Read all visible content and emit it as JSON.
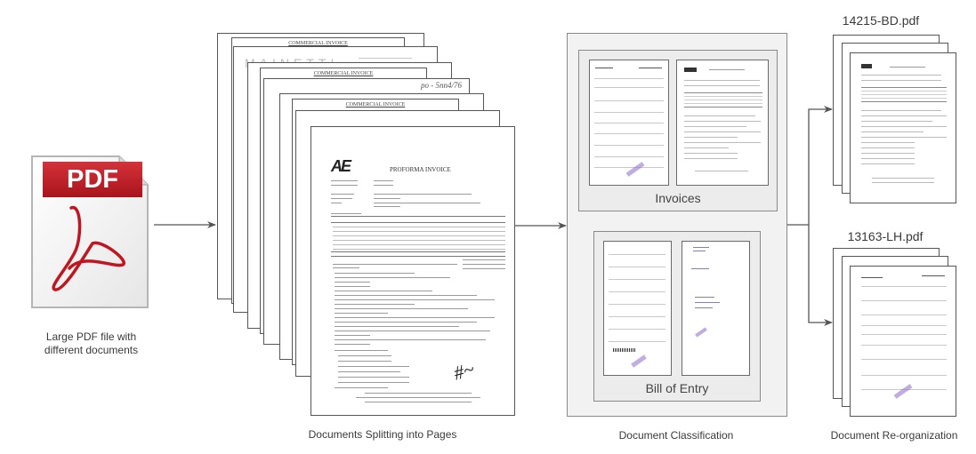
{
  "stages": {
    "input": {
      "label_line1": "Large PDF file with",
      "label_line2": "different documents",
      "icon": "pdf-file-icon",
      "icon_text": "PDF"
    },
    "splitting": {
      "label": "Documents Splitting into Pages"
    },
    "classification": {
      "label": "Document Classification"
    },
    "reorganization": {
      "label": "Document Re-organization"
    }
  },
  "pages": {
    "headers": [
      "COMMERCIAL INVOICE",
      "MAINETTI",
      "COMMERCIAL INVOICE",
      "po - 5nn4/76",
      "COMMERCIAL INVOICE"
    ],
    "front_title": "PROFORMA INVOICE",
    "front_logo": "AE"
  },
  "classes": [
    {
      "name": "Invoices"
    },
    {
      "name": "Bill of Entry"
    }
  ],
  "outputs": [
    {
      "filename": "14215-BD.pdf"
    },
    {
      "filename": "13163-LH.pdf"
    }
  ],
  "colors": {
    "pdf_red": "#c8202a",
    "arrow": "#555555",
    "panel_bg": "#f2f2f2"
  }
}
